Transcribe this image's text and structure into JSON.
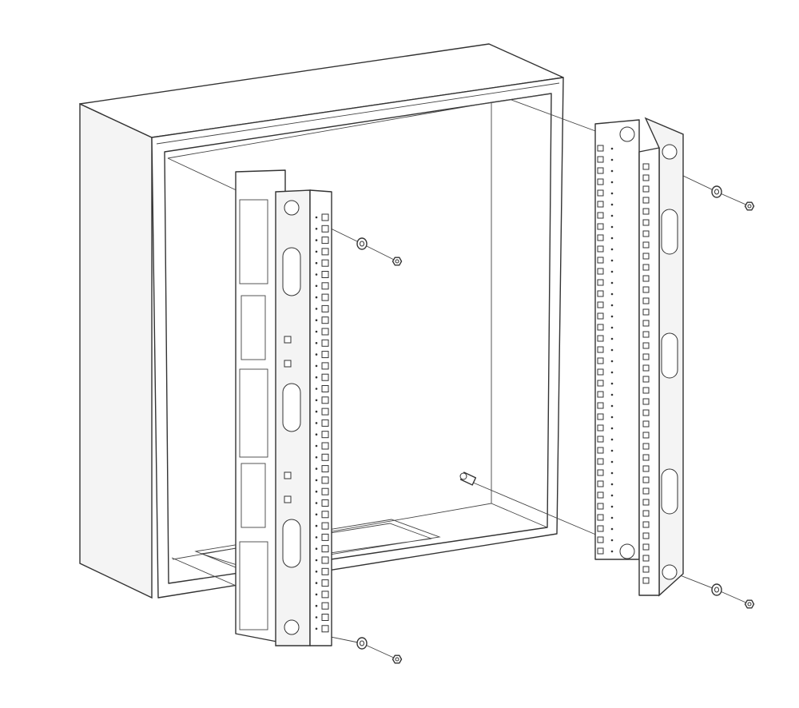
{
  "colors": {
    "stroke": "#333333",
    "fill": "#ffffff",
    "shade": "#f4f4f4"
  },
  "parts": {
    "enclosure": "wall-mount-enclosure",
    "rails": [
      "left-mounting-rail",
      "right-mounting-rail"
    ],
    "fasteners": [
      "washer",
      "nut",
      "stud"
    ]
  }
}
